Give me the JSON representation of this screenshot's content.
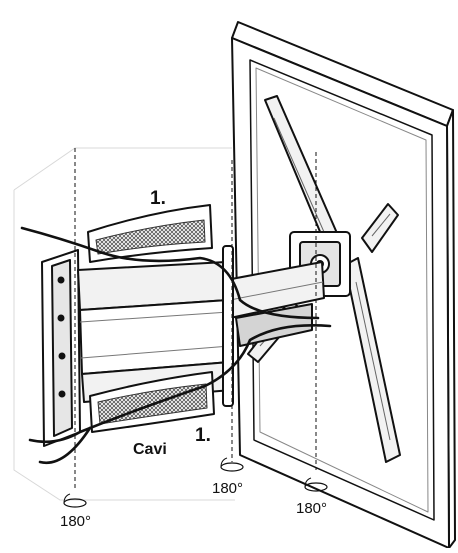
{
  "labels": {
    "step_top": "1.",
    "step_bottom": "1.",
    "cables": "Cavi",
    "rotation_left": "180°",
    "rotation_middle": "180°",
    "rotation_right": "180°"
  },
  "colors": {
    "line": "#111111",
    "panel_fill": "#ffffff",
    "arm_fill": "#f2f2f2",
    "shade": "#bdbdbd",
    "mesh": "#555555"
  },
  "icons": {
    "rotation_marker": "rotation-circle-icon"
  }
}
